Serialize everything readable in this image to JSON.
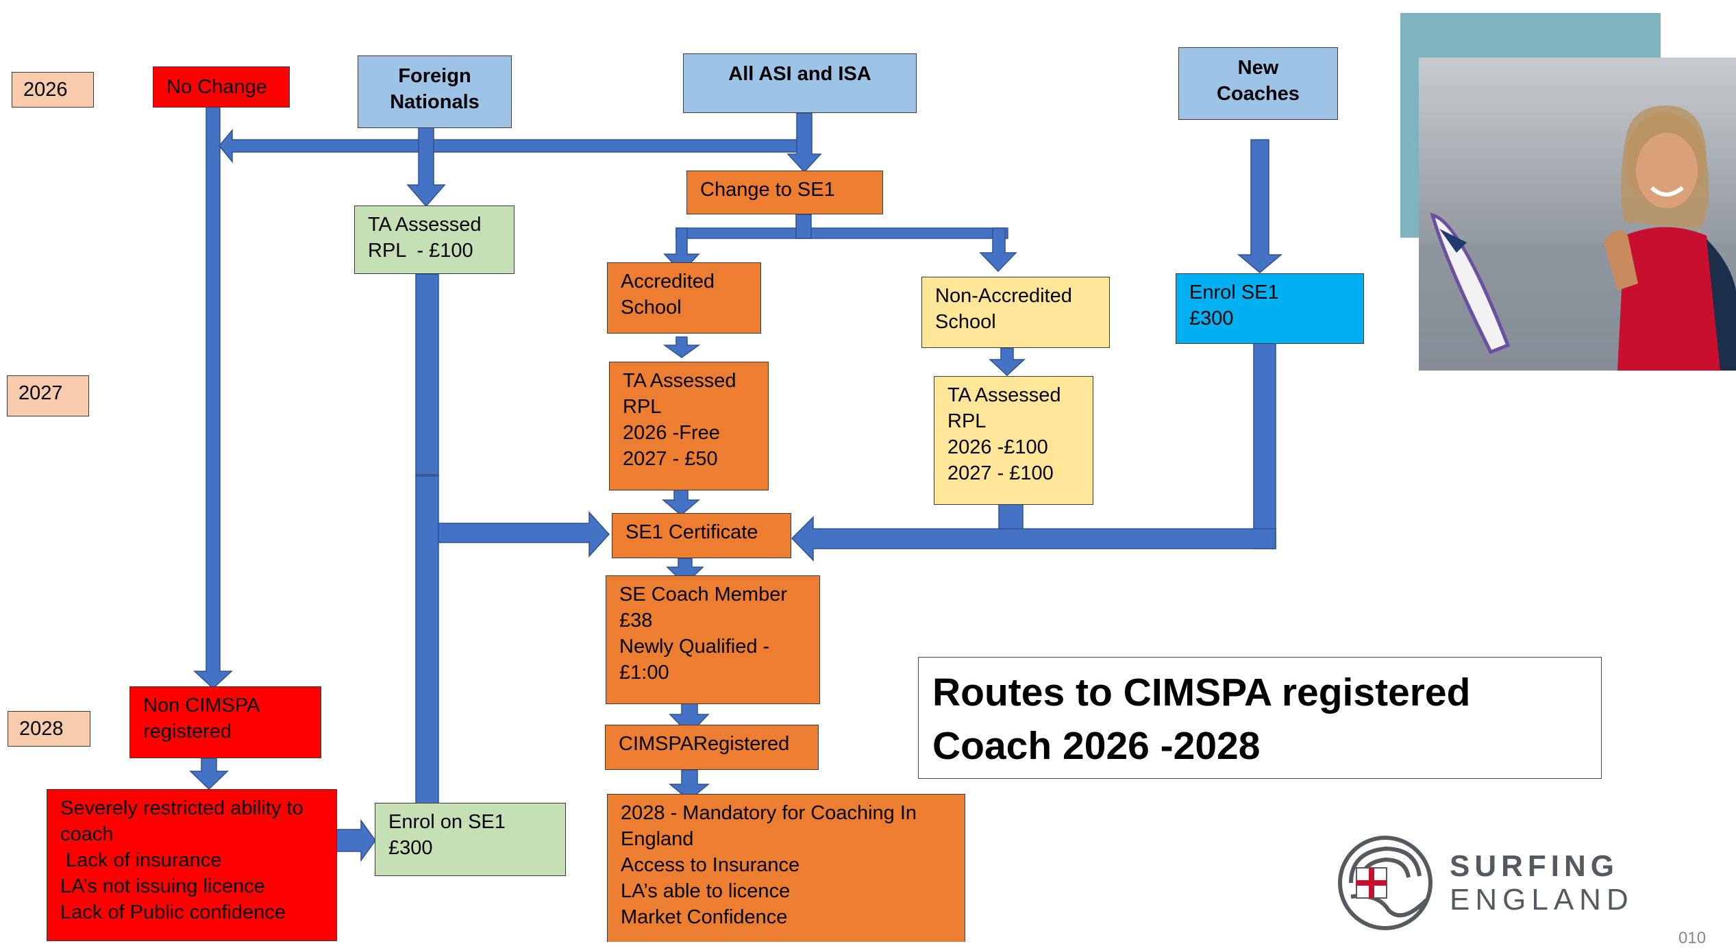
{
  "years": {
    "y2026": "2026",
    "y2027": "2027",
    "y2028": "2028"
  },
  "boxes": {
    "no_change": [
      "No Change"
    ],
    "foreign_nationals": [
      "Foreign",
      "Nationals"
    ],
    "all_asi_isa": [
      "All ASI and ISA"
    ],
    "new_coaches": [
      "New",
      "Coaches"
    ],
    "ta_assessed_rpl_100": [
      "TA Assessed",
      "RPL  - £100"
    ],
    "change_to_se1": [
      "Change to SE1"
    ],
    "accredited_school": [
      "Accredited",
      "School"
    ],
    "non_accredited_school": [
      "Non-Accredited",
      "School"
    ],
    "enrol_se1_300": [
      "Enrol SE1",
      "£300"
    ],
    "ta_assessed_accredited": [
      "TA Assessed",
      "RPL",
      "2026 -Free",
      "2027 - £50"
    ],
    "ta_assessed_non_accredited": [
      "TA Assessed",
      "RPL",
      "2026 -£100",
      "2027 - £100"
    ],
    "se1_certificate": [
      "SE1 Certificate"
    ],
    "se_coach_member": [
      "SE Coach Member",
      "£38",
      "Newly Qualified -",
      "£1:00"
    ],
    "cimspa_registered": [
      "CIMSPARegistered"
    ],
    "mandatory_2028": [
      "2028 - Mandatory for Coaching In",
      "England",
      "Access to Insurance",
      "LA’s able to licence",
      "Market Confidence"
    ],
    "non_cimspa": [
      "Non CIMSPA",
      "registered"
    ],
    "severely_restricted": [
      "Severely restricted ability to",
      "coach",
      " Lack of insurance",
      "LA’s not issuing licence",
      "Lack of Public confidence"
    ],
    "enrol_on_se1": [
      "Enrol on SE1",
      "£300"
    ]
  },
  "title": [
    "Routes to CIMSPA registered",
    "Coach 2026 -2028"
  ],
  "logo": {
    "line1": "SURFING",
    "line2": "ENGLAND"
  },
  "page_number": "010",
  "colors": {
    "arrow": "#4472c4",
    "red": "#ff0000",
    "light_blue": "#9dc3e6",
    "green": "#c5e0b4",
    "orange": "#ed7d31",
    "yellow": "#ffe699",
    "cyan": "#00b0f0",
    "year_peach": "#f8cbad"
  }
}
